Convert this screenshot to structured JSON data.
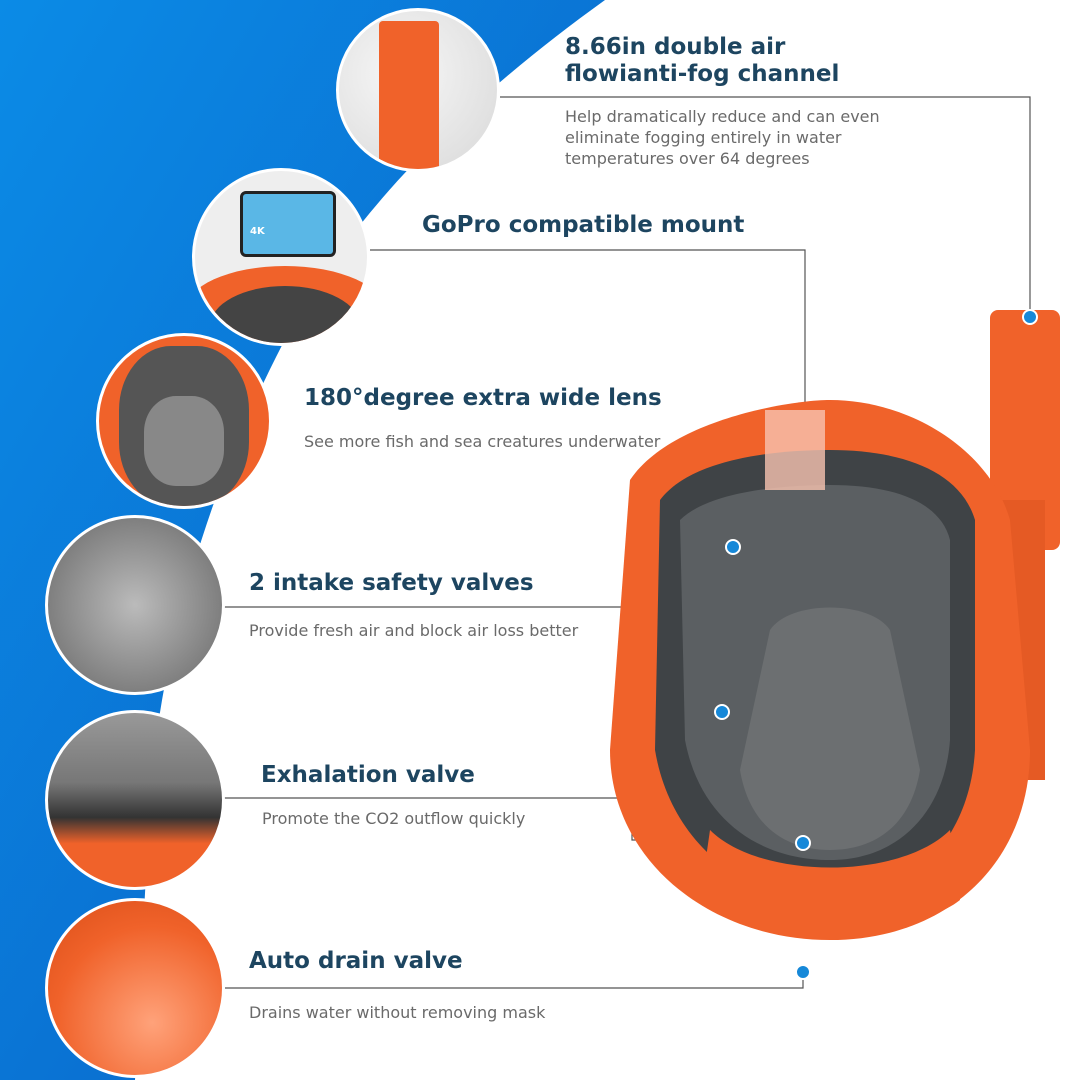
{
  "features": [
    {
      "title_line1": "8.66in double air",
      "title_line2": "flowianti-fog channel",
      "description": "Help dramatically reduce and can even eliminate fogging entirely in water temperatures over 64 degrees"
    },
    {
      "title": "GoPro compatible mount",
      "camera_label": "4K"
    },
    {
      "title": "180°degree extra wide lens",
      "description": "See more fish and sea creatures underwater"
    },
    {
      "title": "2 intake safety valves",
      "description": "Provide fresh air and block air loss better"
    },
    {
      "title": "Exhalation valve",
      "description": "Promote the CO2 outflow quickly"
    },
    {
      "title": "Auto drain valve",
      "description": "Drains water without removing mask"
    }
  ],
  "colors": {
    "blue": "#0a74d8",
    "orange": "#f0622a",
    "title": "#1d4560",
    "dot": "#1688d8"
  }
}
